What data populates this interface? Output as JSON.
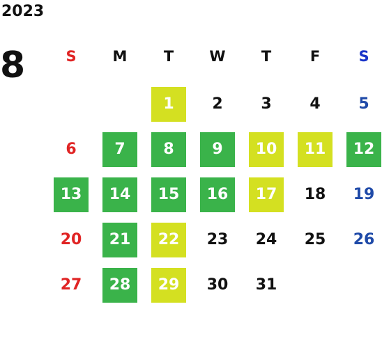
{
  "calendar": {
    "year": "2023",
    "month": "8",
    "weekdays": [
      "S",
      "M",
      "T",
      "W",
      "T",
      "F",
      "S"
    ],
    "weeks": [
      [
        {
          "label": ""
        },
        {
          "label": ""
        },
        {
          "label": "1",
          "highlight": "yellow"
        },
        {
          "label": "2"
        },
        {
          "label": "3"
        },
        {
          "label": "4"
        },
        {
          "label": "5"
        }
      ],
      [
        {
          "label": "6"
        },
        {
          "label": "7",
          "highlight": "green"
        },
        {
          "label": "8",
          "highlight": "green"
        },
        {
          "label": "9",
          "highlight": "green"
        },
        {
          "label": "10",
          "highlight": "yellow"
        },
        {
          "label": "11",
          "highlight": "yellow"
        },
        {
          "label": "12",
          "highlight": "green"
        }
      ],
      [
        {
          "label": "13",
          "highlight": "green"
        },
        {
          "label": "14",
          "highlight": "green"
        },
        {
          "label": "15",
          "highlight": "green"
        },
        {
          "label": "16",
          "highlight": "green"
        },
        {
          "label": "17",
          "highlight": "yellow"
        },
        {
          "label": "18"
        },
        {
          "label": "19"
        }
      ],
      [
        {
          "label": "20"
        },
        {
          "label": "21",
          "highlight": "green"
        },
        {
          "label": "22",
          "highlight": "yellow"
        },
        {
          "label": "23"
        },
        {
          "label": "24"
        },
        {
          "label": "25"
        },
        {
          "label": "26"
        }
      ],
      [
        {
          "label": "27"
        },
        {
          "label": "28",
          "highlight": "green"
        },
        {
          "label": "29",
          "highlight": "yellow"
        },
        {
          "label": "30"
        },
        {
          "label": "31"
        },
        {
          "label": ""
        },
        {
          "label": ""
        }
      ]
    ]
  },
  "colors": {
    "green": "#3ab34a",
    "yellow": "#d4e021",
    "sunday": "#e02424",
    "saturday": "#1f4aa8"
  }
}
